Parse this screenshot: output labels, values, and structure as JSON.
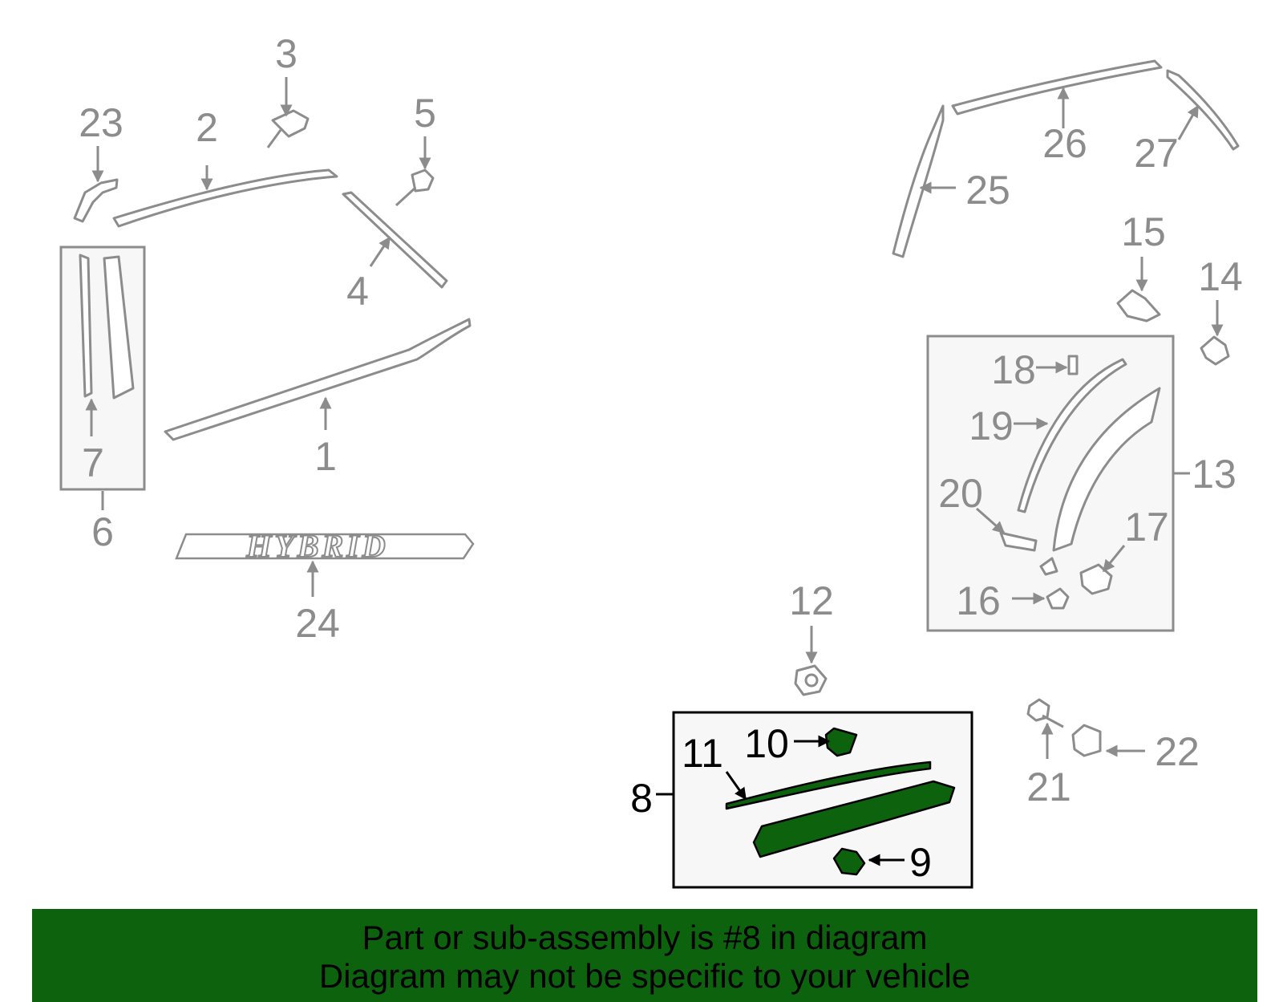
{
  "diagram": {
    "callouts": {
      "c1": "1",
      "c2": "2",
      "c3": "3",
      "c4": "4",
      "c5": "5",
      "c6": "6",
      "c7": "7",
      "c8": "8",
      "c9": "9",
      "c10": "10",
      "c11": "11",
      "c12": "12",
      "c13": "13",
      "c14": "14",
      "c15": "15",
      "c16": "16",
      "c17": "17",
      "c18": "18",
      "c19": "19",
      "c20": "20",
      "c21": "21",
      "c22": "22",
      "c23": "23",
      "c24": "24",
      "c25": "25",
      "c26": "26",
      "c27": "27"
    },
    "emblem_text": "HYBRID",
    "highlighted_part": "8",
    "colors": {
      "highlight": "#0d620d",
      "part_outline": "#8c8c8c",
      "box_fill": "#f7f7f7"
    }
  },
  "banner": {
    "line1": "Part or sub-assembly is #8 in diagram",
    "line2": "Diagram may not be specific to your vehicle"
  }
}
